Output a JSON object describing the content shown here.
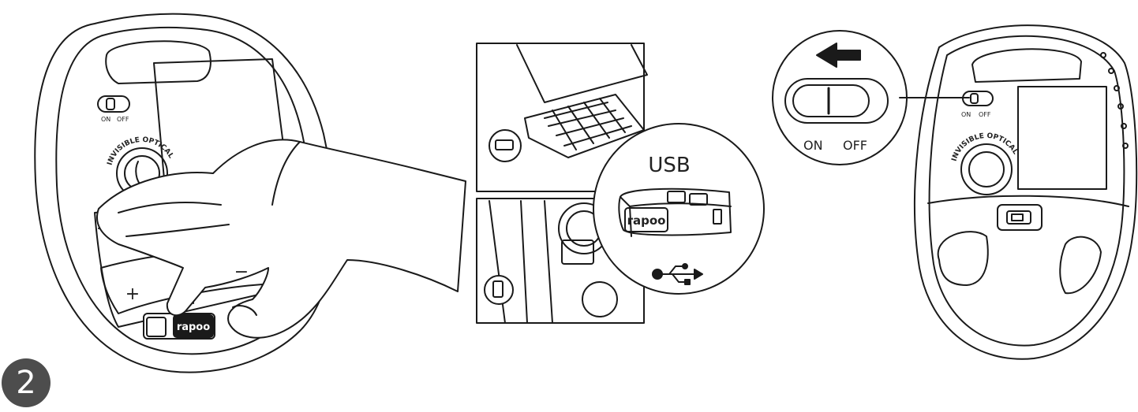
{
  "step_number": "2",
  "usb_label": "USB",
  "receiver_brand": "rapoo",
  "switch_on": "ON",
  "switch_off": "OFF",
  "sensor_text": "INVISIBLE OPTICAL",
  "battery_plus": "+",
  "battery_minus": "−",
  "colors": {
    "stroke": "#1a1a1a",
    "badge": "#4d4d4d",
    "fill": "#ffffff"
  }
}
